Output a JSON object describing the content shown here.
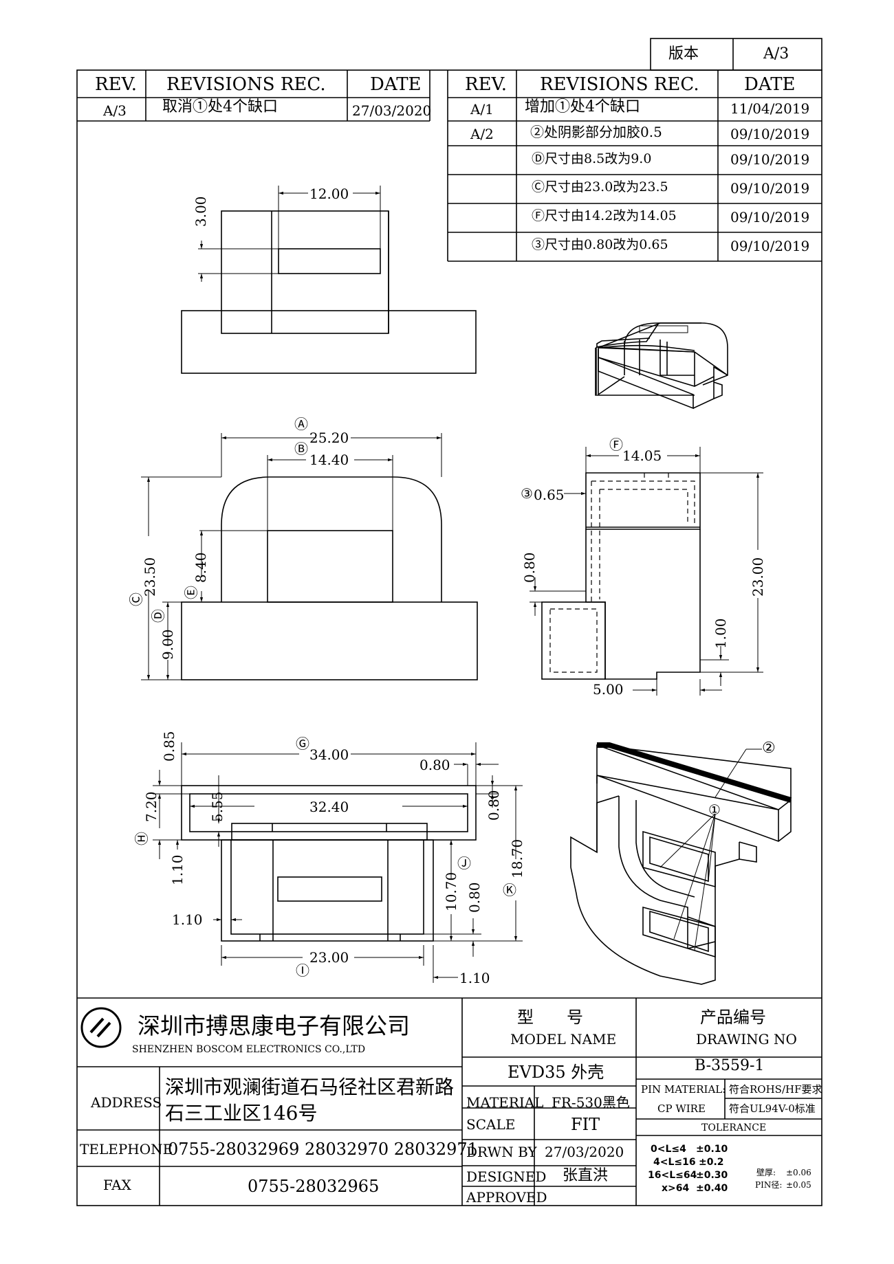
{
  "version_box": {
    "label": "版本",
    "value": "A/3"
  },
  "revisions_left": {
    "headers": {
      "rev": "REV.",
      "rec": "REVISIONS REC.",
      "date": "DATE"
    },
    "rows": [
      {
        "rev": "A/3",
        "rec": "取消①处4个缺口",
        "date": "27/03/2020"
      }
    ]
  },
  "revisions_right": {
    "headers": {
      "rev": "REV.",
      "rec": "REVISIONS REC.",
      "date": "DATE"
    },
    "rows": [
      {
        "rev": "A/1",
        "rec": "增加①处4个缺口",
        "date": "11/04/2019"
      },
      {
        "rev": "A/2",
        "rec": "②处阴影部分加胶0.5",
        "date": "09/10/2019"
      },
      {
        "rev": "",
        "rec": "Ⓓ尺寸由8.5改为9.0",
        "date": "09/10/2019"
      },
      {
        "rev": "",
        "rec": "Ⓒ尺寸由23.0改为23.5",
        "date": "09/10/2019"
      },
      {
        "rev": "",
        "rec": "Ⓕ尺寸由14.2改为14.05",
        "date": "09/10/2019"
      },
      {
        "rev": "",
        "rec": "③尺寸由0.80改为0.65",
        "date": "09/10/2019"
      }
    ]
  },
  "dims": {
    "top": {
      "w12": "12.00",
      "h3": "3.00"
    },
    "front": {
      "a": "25.20",
      "b": "14.40",
      "c": "23.50",
      "d": "9.00",
      "e": "8.40",
      "la": "Ⓐ",
      "lb": "Ⓑ",
      "lc": "Ⓒ",
      "ld": "Ⓓ",
      "le": "Ⓔ"
    },
    "side": {
      "f": "14.05",
      "g065": "0.65",
      "h080": "0.80",
      "i23": "23.00",
      "j1": "1.00",
      "k5": "5.00",
      "lf": "Ⓕ",
      "l3": "③"
    },
    "bottom": {
      "g34": "34.00",
      "p085": "0.85",
      "p080a": "0.80",
      "p720": "7.20",
      "p555": "5.55",
      "p3240": "32.40",
      "p080b": "0.80",
      "p110a": "1.10",
      "p1070": "10.70",
      "p080c": "0.80",
      "p1870": "18.70",
      "p110b": "1.10",
      "p2300": "23.00",
      "p110c": "1.10",
      "lg": "Ⓖ",
      "lh": "Ⓗ",
      "li": "Ⓘ",
      "lj": "Ⓙ",
      "lk": "Ⓚ"
    },
    "iso": {
      "c1": "①",
      "c2": "②"
    }
  },
  "title_block": {
    "company_cn": "深圳市搏思康电子有限公司",
    "company_en": "SHENZHEN BOSCOM ELECTRONICS CO.,LTD",
    "address_label": "ADDRESS",
    "address_1": "深圳市观澜街道石马径社区君新路",
    "address_2": "石三工业区146号",
    "telephone_label": "TELEPHONE",
    "telephone": "0755-28032969 28032970 28032971",
    "fax_label": "FAX",
    "fax": "0755-28032965",
    "model_cn": "型　　号",
    "model_en": "MODEL NAME",
    "model_value": "EVD35 外壳",
    "drawing_cn": "产品编号",
    "drawing_en": "DRAWING NO",
    "drawing_value": "B-3559-1",
    "material_label": "MATERIAL",
    "material_value": "FR-530黑色",
    "scale_label": "SCALE",
    "scale_value": "FIT",
    "drawn_label": "DRWN BY",
    "drawn_value": "27/03/2020",
    "designed_label": "DESIGNED",
    "designed_value": "张直洪",
    "approved_label": "APPROVED",
    "approved_value": "",
    "pin_material_label": "PIN MATERIAL:",
    "pin_material_value": "CP WIRE",
    "rohs": "符合ROHS/HF要求",
    "ul": "符合UL94V-0标准",
    "tolerance_label": "TOLERANCE",
    "tolerances": [
      {
        "range": "0<L≤4",
        "tol": "±0.10"
      },
      {
        "range": "4<L≤16",
        "tol": "±0.2"
      },
      {
        "range": "16<L≤64",
        "tol": "±0.30"
      },
      {
        "range": "x>64",
        "tol": "±0.40"
      }
    ],
    "wall_label": "壁厚:",
    "wall_value": "±0.06",
    "pin_dia_label": "PIN径:",
    "pin_dia_value": "±0.05"
  }
}
